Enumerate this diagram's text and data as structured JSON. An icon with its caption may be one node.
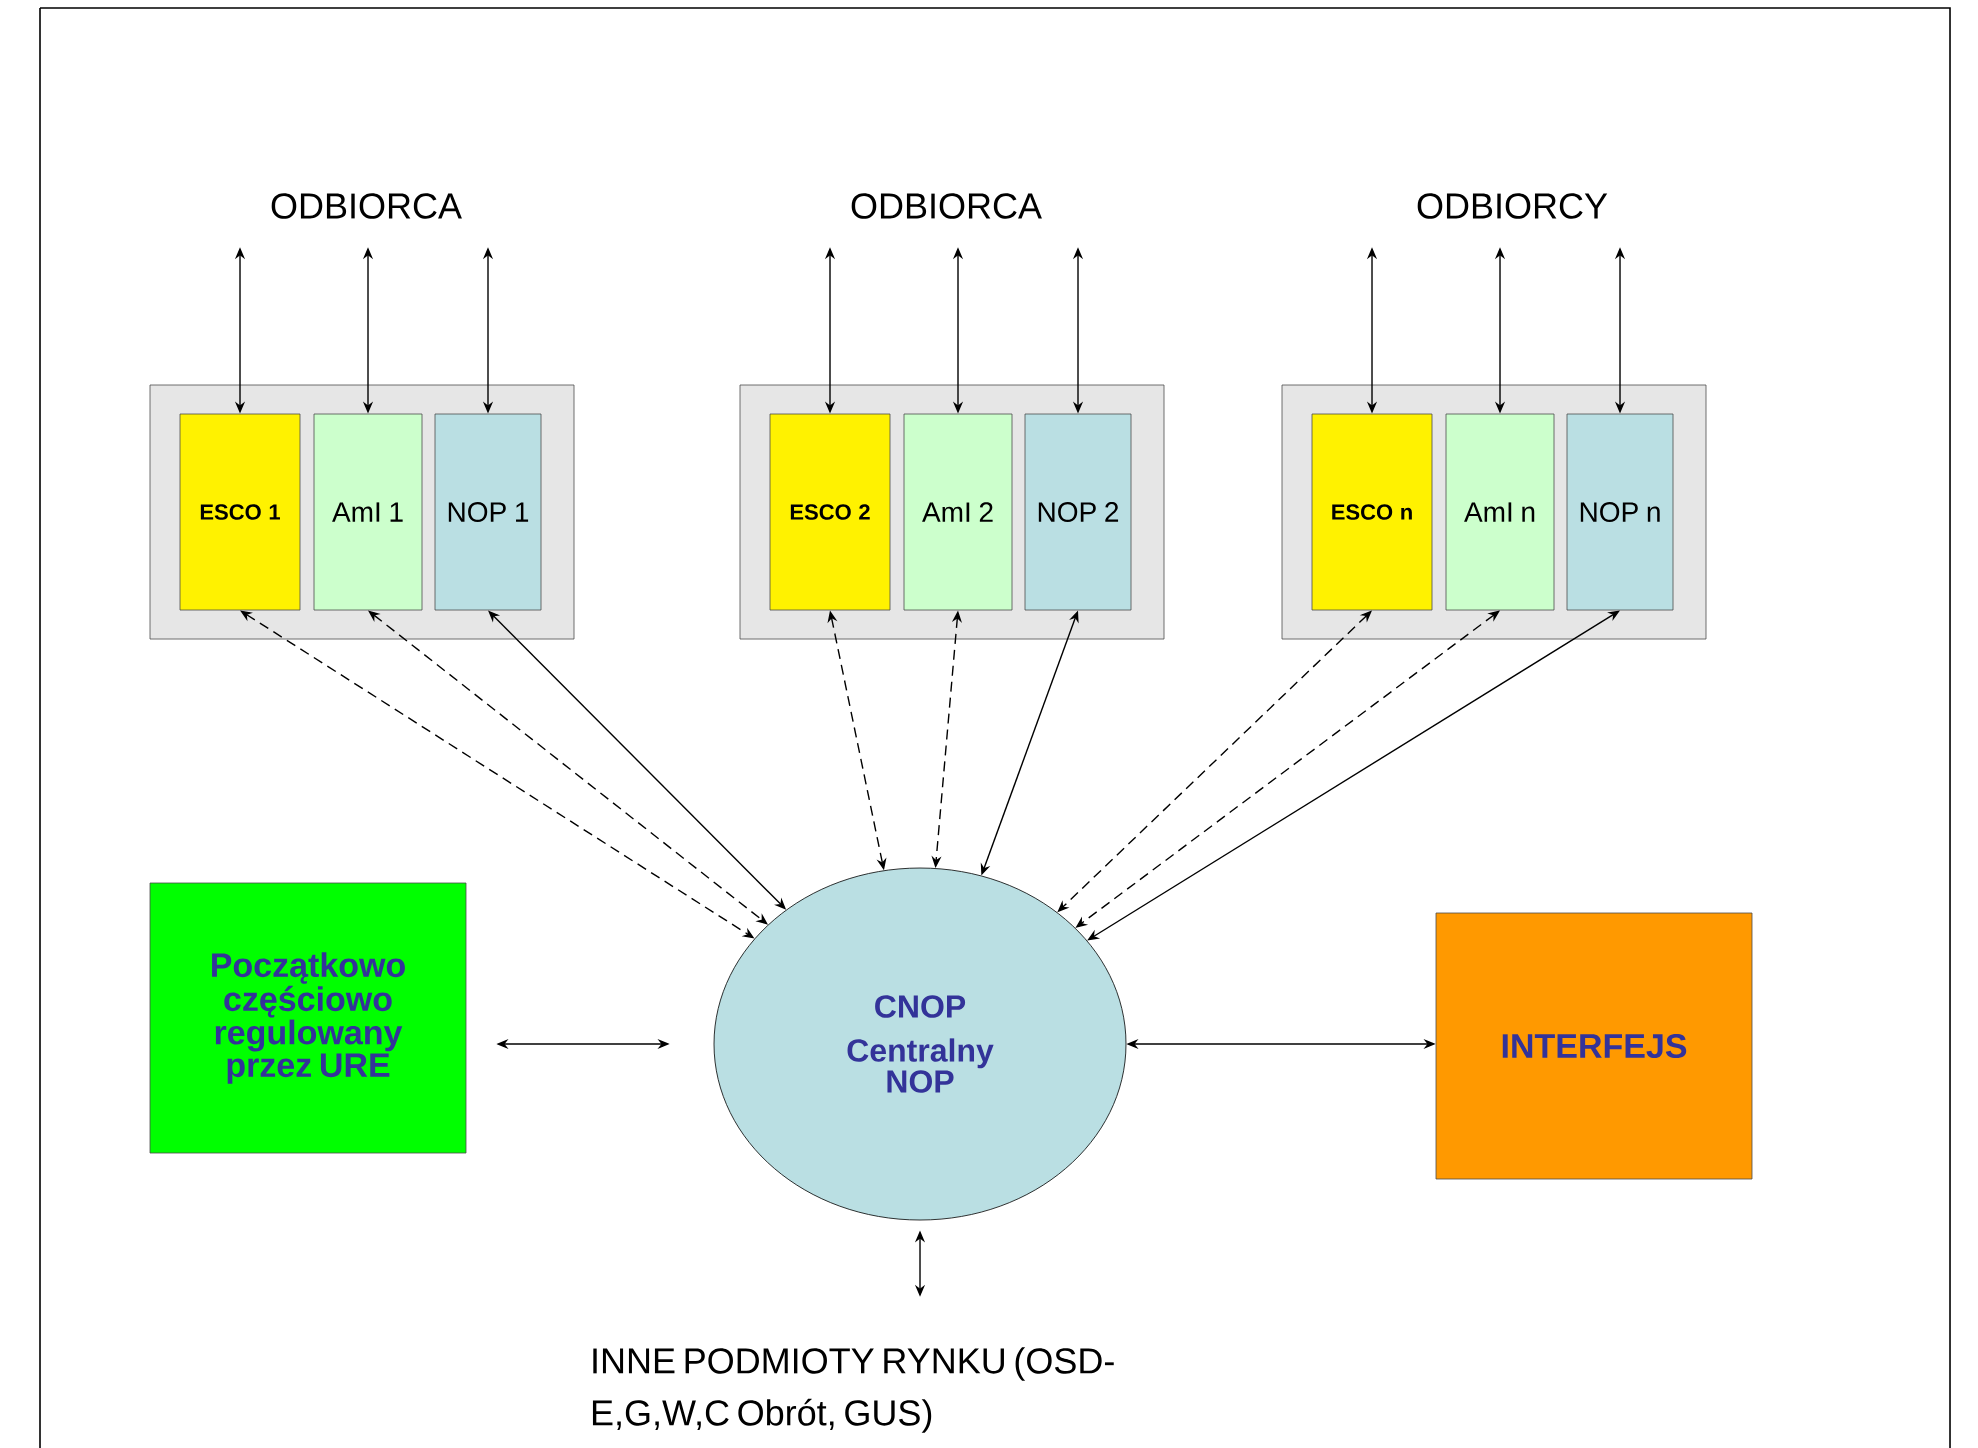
{
  "diagram": {
    "nodes": [
      {
        "text": [
          "ODBIORCA"
        ]
      },
      {
        "text": [],
        "shape": "box"
      },
      {
        "text": [
          "ESCO 1"
        ],
        "in": 1
      },
      {
        "text": [
          "AmI 1"
        ],
        "in": 1
      },
      {
        "text": [
          "NOP 1"
        ],
        "in": 1
      },
      {
        "text": [
          "ODBIORCA"
        ]
      },
      {
        "text": [],
        "shape": "box"
      },
      {
        "text": [
          "ESCO 2"
        ],
        "in": 6
      },
      {
        "text": [
          "AmI 2"
        ],
        "in": 6
      },
      {
        "text": [
          "NOP 2"
        ],
        "in": 6
      },
      {
        "text": [
          "ODBIORCY"
        ]
      },
      {
        "text": [],
        "shape": "box"
      },
      {
        "text": [
          "ESCO n"
        ],
        "in": 11
      },
      {
        "text": [
          "AmI n"
        ],
        "in": 11
      },
      {
        "text": [
          "NOP n"
        ],
        "in": 11
      },
      {
        "text": [
          "Początkowo częściowo regulowany przez URE"
        ]
      },
      {
        "text": [
          "CNOP",
          "Centralny NOP"
        ]
      },
      {
        "text": [
          "INTERFEJS"
        ]
      },
      {
        "text": [
          "INNE PODMIOTY RYNKU (OSD- E,G,W,C Obrót, GUS)"
        ]
      }
    ],
    "edges": [
      {
        "from": 2,
        "to": 0,
        "arrow": "both"
      },
      {
        "from": 3,
        "to": 0,
        "arrow": "both"
      },
      {
        "from": 4,
        "to": 0,
        "arrow": "both"
      },
      {
        "from": 7,
        "to": 5,
        "arrow": "both"
      },
      {
        "from": 8,
        "to": 5,
        "arrow": "both"
      },
      {
        "from": 9,
        "to": 5,
        "arrow": "both"
      },
      {
        "from": 12,
        "to": 10,
        "arrow": "both"
      },
      {
        "from": 13,
        "to": 10,
        "arrow": "both"
      },
      {
        "from": 14,
        "to": 10,
        "arrow": "both"
      },
      {
        "from": 2,
        "to": 16,
        "arrow": "both",
        "style": "dashed"
      },
      {
        "from": 3,
        "to": 16,
        "arrow": "both",
        "style": "dashed"
      },
      {
        "from": 4,
        "to": 16,
        "arrow": "both"
      },
      {
        "from": 7,
        "to": 16,
        "arrow": "both",
        "style": "dashed"
      },
      {
        "from": 8,
        "to": 16,
        "arrow": "both",
        "style": "dashed"
      },
      {
        "from": 9,
        "to": 16,
        "arrow": "both"
      },
      {
        "from": 12,
        "to": 16,
        "arrow": "both",
        "style": "dashed"
      },
      {
        "from": 13,
        "to": 16,
        "arrow": "both",
        "style": "dashed"
      },
      {
        "from": 14,
        "to": 16,
        "arrow": "both"
      },
      {
        "from": 15,
        "to": 16,
        "arrow": "both"
      },
      {
        "from": 16,
        "to": 17,
        "arrow": "both"
      },
      {
        "from": 16,
        "to": 18,
        "arrow": "both"
      }
    ]
  }
}
